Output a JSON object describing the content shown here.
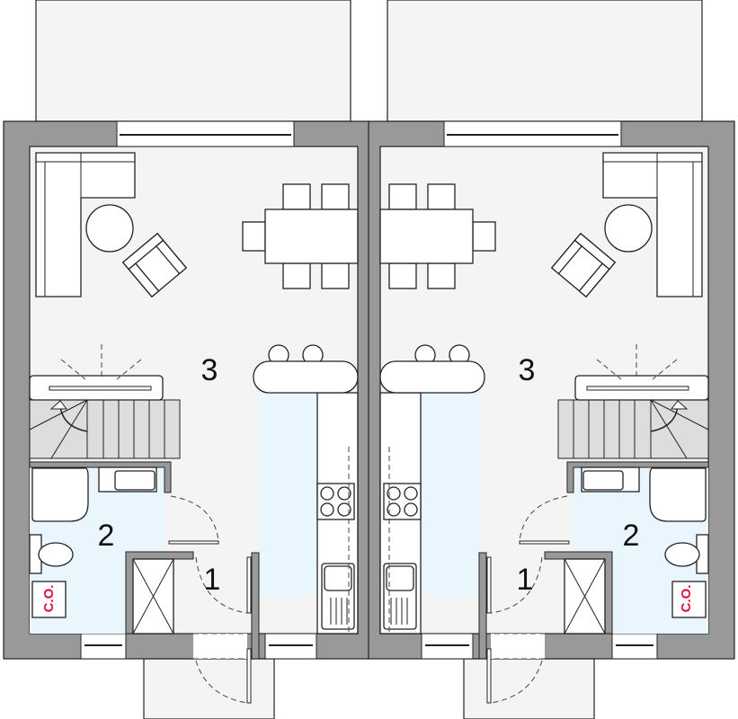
{
  "rooms": {
    "left": {
      "entrance": "1",
      "bathroom": "2",
      "living": "3",
      "boiler": "C.O."
    },
    "right": {
      "entrance": "1",
      "bathroom": "2",
      "living": "3",
      "boiler": "C.O."
    }
  },
  "colors": {
    "wall": "#999999",
    "floor": "#f4f4f4",
    "wet_area": "#eaf6fd",
    "stairs": "#dddddd",
    "boiler_label": "#e0103a"
  }
}
